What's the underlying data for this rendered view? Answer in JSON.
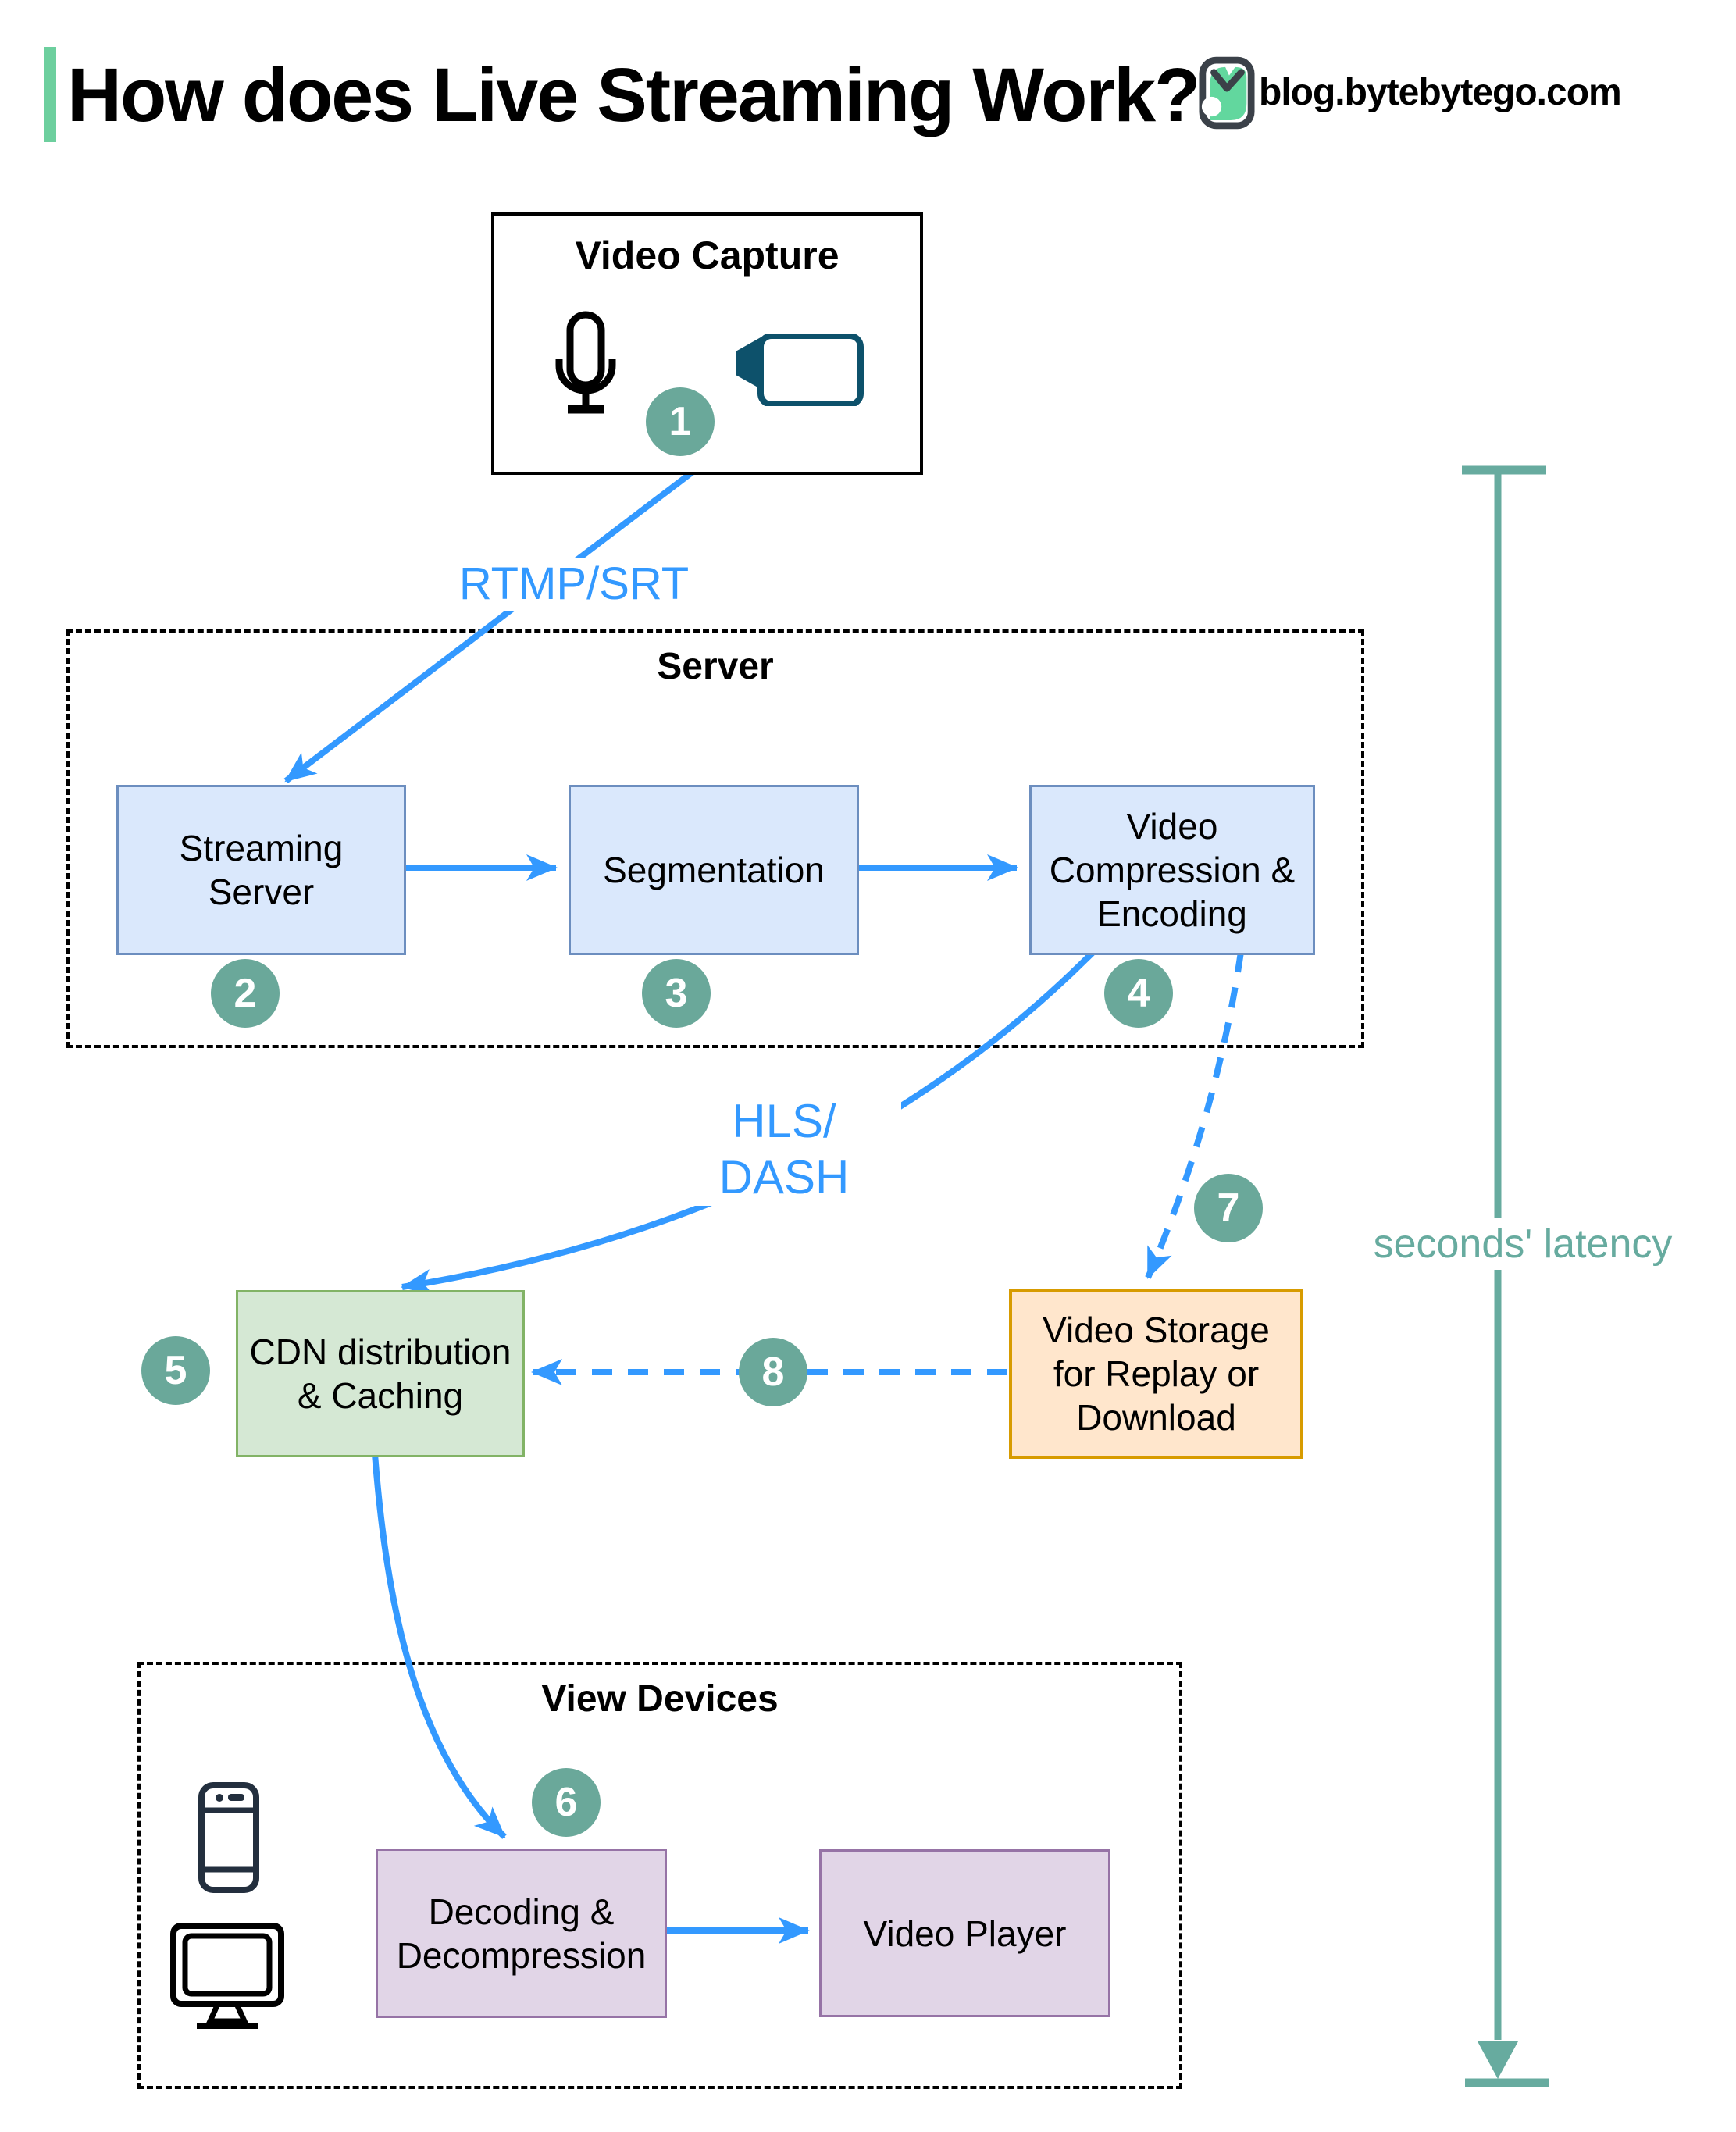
{
  "header": {
    "title": "How does Live Streaming Work?",
    "site": "blog.bytebytego.com"
  },
  "groups": {
    "server": "Server",
    "view_devices": "View Devices"
  },
  "nodes": {
    "video_capture": "Video Capture",
    "streaming_server": "Streaming\nServer",
    "segmentation": "Segmentation",
    "compression": "Video\nCompression &\nEncoding",
    "cdn": "CDN distribution\n& Caching",
    "storage": "Video Storage\nfor Replay or\nDownload",
    "decoding": "Decoding &\nDecompression",
    "player": "Video Player"
  },
  "edge_labels": {
    "rtmp": "RTMP/SRT",
    "hls": "HLS/\nDASH",
    "latency": "seconds' latency"
  },
  "steps": [
    "1",
    "2",
    "3",
    "4",
    "5",
    "6",
    "7",
    "8"
  ],
  "icons": {
    "logo": "bytebytego-owl-logo",
    "capture": [
      "microphone-icon",
      "video-camera-icon"
    ],
    "view_devices": [
      "smartphone-icon",
      "desktop-monitor-icon"
    ]
  },
  "colors": {
    "accent_green": "#6dcf9e",
    "badge_teal": "#6aa89a",
    "latency_teal": "#67ab9f",
    "arrow_blue": "#3399ff",
    "box_blue_fill": "#dae8fc",
    "box_blue_border": "#6c8ebf",
    "box_green_fill": "#d5e8d4",
    "box_green_border": "#82b366",
    "box_orange_fill": "#ffe6cc",
    "box_orange_border": "#d79b00",
    "box_purple_fill": "#e1d5e7",
    "box_purple_border": "#9673a6",
    "camera_teal": "#0d516b",
    "device_dark": "#232f3e"
  }
}
